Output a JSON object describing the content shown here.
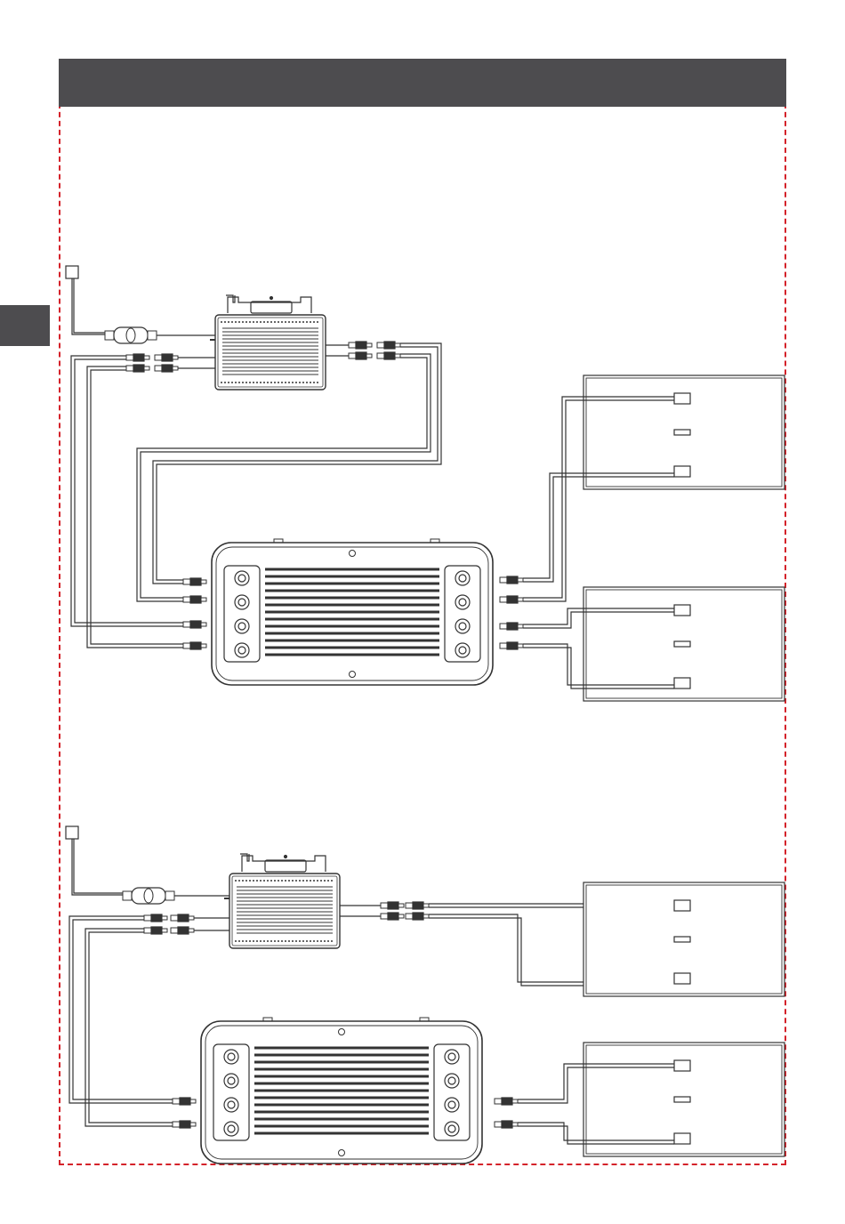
{
  "colors": {
    "header": "#4d4c4f",
    "frame_dash": "#d4222a",
    "line": "#333333"
  },
  "diagrams": [
    {
      "name": "diagram-1",
      "devices": [
        "grid-outlet",
        "micro-inverter",
        "battery-unit",
        "solar-panel",
        "solar-panel"
      ]
    },
    {
      "name": "diagram-2",
      "devices": [
        "grid-outlet",
        "micro-inverter",
        "battery-unit",
        "solar-panel",
        "solar-panel"
      ]
    }
  ]
}
